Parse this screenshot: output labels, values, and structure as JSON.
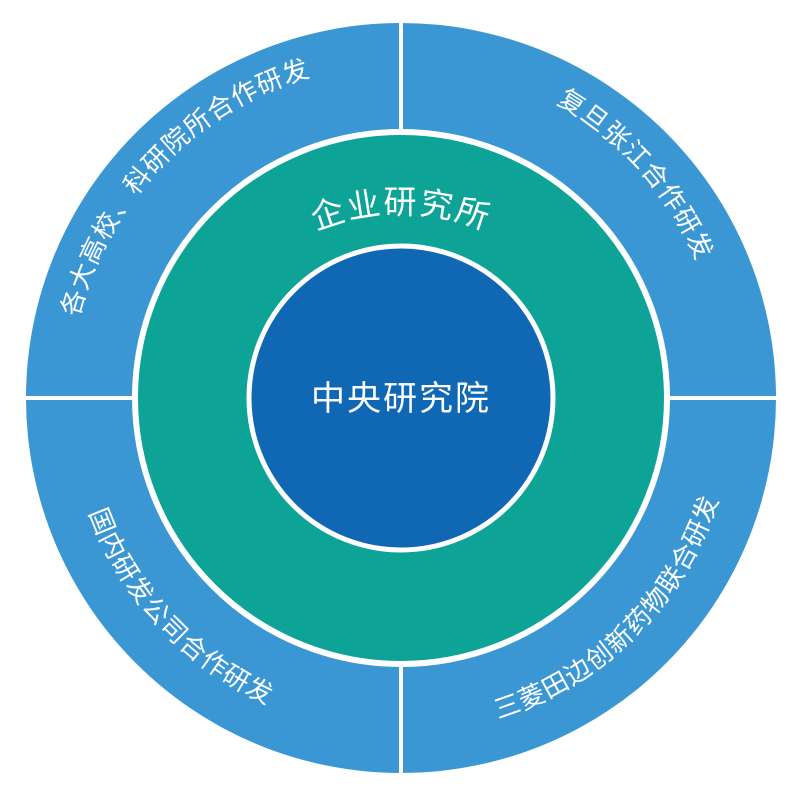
{
  "diagram": {
    "center": {
      "label": "中央研究院",
      "color": "#1068b4"
    },
    "middle_ring": {
      "label": "企业研究所",
      "color": "#0ea397"
    },
    "outer_ring": {
      "color": "#3b97d3",
      "segments": [
        {
          "label": "各大高校、科研院所合作研发"
        },
        {
          "label": "复旦张江合作研发"
        },
        {
          "label": "国内研发公司合作研发"
        },
        {
          "label": "三菱田边创新药物联合研发"
        }
      ]
    }
  }
}
